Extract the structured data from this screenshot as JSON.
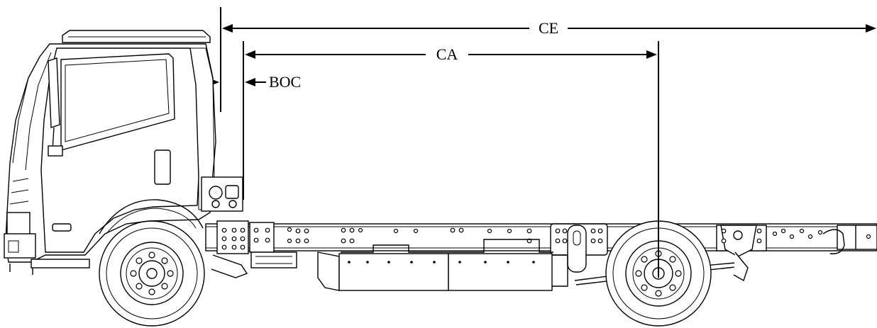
{
  "dimensions": {
    "ce_label": "CE",
    "ca_label": "CA",
    "boc_label": "BOC"
  },
  "colors": {
    "line": "#000000",
    "background": "#ffffff"
  }
}
